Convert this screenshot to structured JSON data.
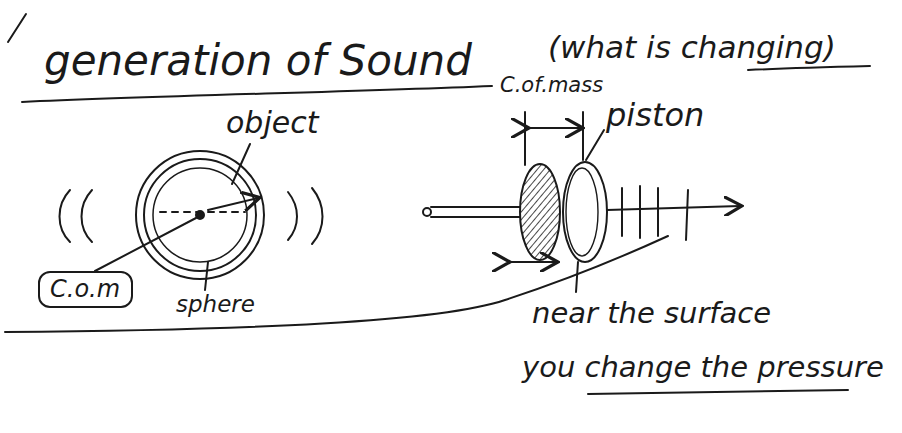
{
  "diagram": {
    "title": "generation of Sound",
    "nodes": [
      {
        "text": [
          "C.o.m"
        ]
      }
    ],
    "labels": [
      "(what is changing)",
      "object",
      "sphere",
      "C.of.mass",
      "piston",
      "near the surface",
      "you change the pressure"
    ]
  }
}
